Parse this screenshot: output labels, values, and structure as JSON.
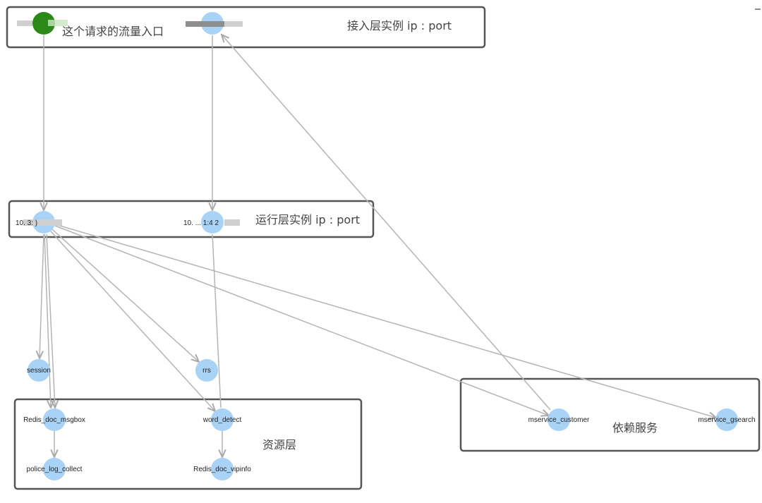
{
  "groups": {
    "entry_label": "这个请求的流量入口",
    "access_label": "接入层实例  ip : port",
    "runtime_label": "运行层实例 ip : port",
    "resource_label": "资源层",
    "dependency_label": "依赖服务"
  },
  "nodes": {
    "entry": {
      "label": ""
    },
    "access": {
      "label": ""
    },
    "runtime1": {
      "label": "10.        3:      )"
    },
    "runtime2": {
      "label": "10. ...    1:4     2"
    },
    "session": {
      "label": "session"
    },
    "rrs": {
      "label": "rrs"
    },
    "redis_msgbox": {
      "label": "Redis_doc_msgbox"
    },
    "word_detect": {
      "label": "word_detect"
    },
    "police_log": {
      "label": "police_log_collect"
    },
    "redis_vipinfo": {
      "label": "Redis_doc_vipinfo"
    },
    "mservice_customer": {
      "label": "mservice_customer"
    },
    "mservice_gsearch": {
      "label": "mservice_gsearch"
    }
  },
  "colors": {
    "node_fill": "#a9d2f7",
    "root_fill": "#2b8a17",
    "edge": "#b4b4b4",
    "box_stroke": "#555555"
  }
}
